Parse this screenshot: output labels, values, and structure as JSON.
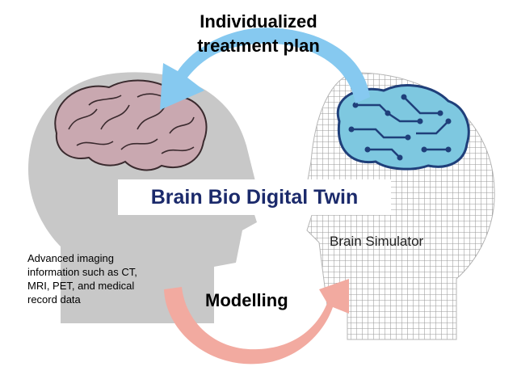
{
  "diagram": {
    "top_label": [
      "Individualized",
      "treatment plan"
    ],
    "center_title": "Brain Bio Digital Twin",
    "left_text": [
      "Advanced imaging",
      "information such as CT,",
      "MRI, PET, and medical",
      "record data"
    ],
    "right_label": "Brain Simulator",
    "bottom_label": "Modelling"
  },
  "colors": {
    "human_head": "#c8c8c8",
    "digital_head_grid": "#9a9a9a",
    "digital_brain_fill": "#7ec8e0",
    "digital_brain_stroke": "#1f3f7a",
    "human_brain_fill": "#c9a8b0",
    "top_arrow": "#86c9f0",
    "bottom_arrow": "#f2aaa0",
    "title_text": "#1b2a6b"
  },
  "icons": [
    "human-head-silhouette",
    "human-brain-icon",
    "digital-head-silhouette",
    "circuit-brain-icon",
    "treatment-arrow",
    "modelling-arrow"
  ]
}
